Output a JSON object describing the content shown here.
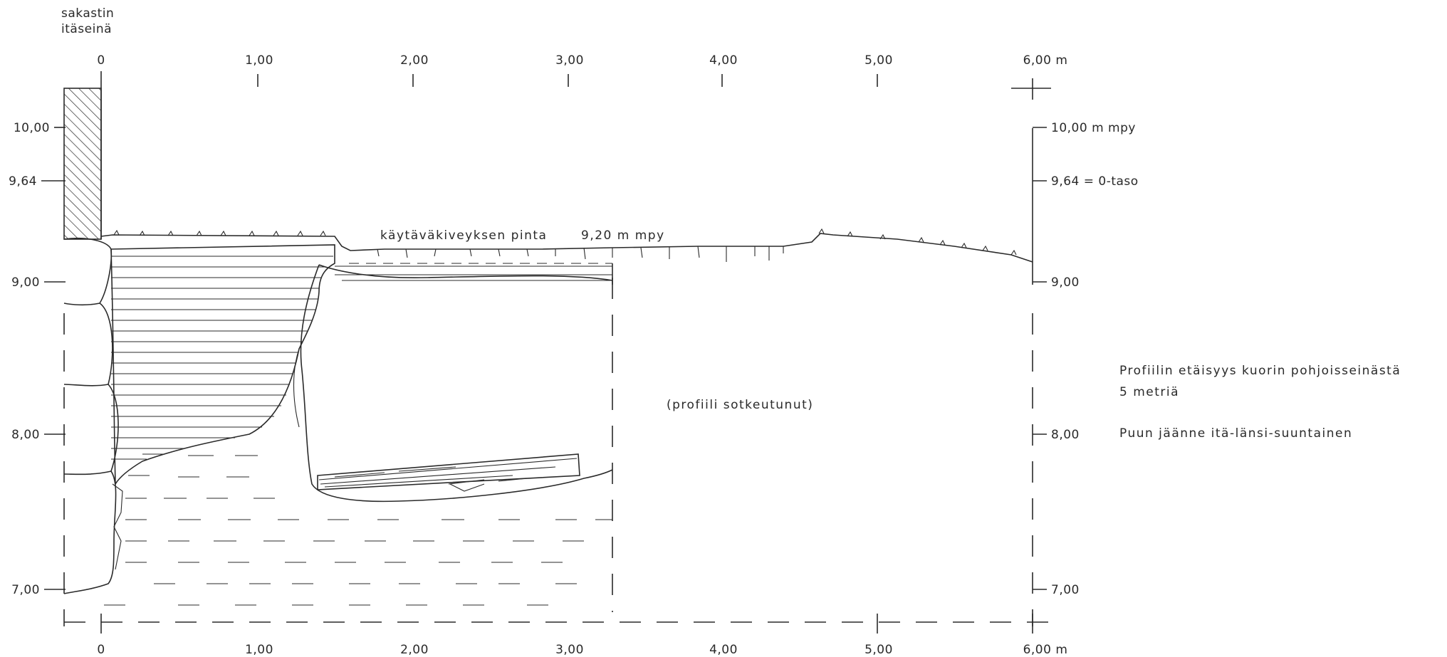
{
  "header": {
    "sacristy_label_1": "sakastin",
    "sacristy_label_2": "itäseinä"
  },
  "axis_top": {
    "labels": [
      "0",
      "1,00",
      "2,00",
      "3,00",
      "4,00",
      "5,00",
      "6,00 m"
    ]
  },
  "axis_bottom": {
    "labels": [
      "0",
      "1,00",
      "2,00",
      "3,00",
      "4,00",
      "5,00",
      "6,00 m"
    ]
  },
  "left_levels": {
    "labels": [
      "10,00",
      "9,64",
      "9,00",
      "8,00",
      "7,00"
    ]
  },
  "right_levels": {
    "labels": [
      "10,00 m mpy",
      "9,64 = 0-taso",
      "9,00",
      "8,00",
      "7,00"
    ]
  },
  "annotations": {
    "surface": "käytäväkiveyksen pinta",
    "surface_level": "9,20  m  mpy",
    "disturbed": "(profiili sotkeutunut)"
  },
  "notes": {
    "line1": "Profiilin  etäisyys  kuorin  pohjoisseinästä",
    "line2": "5  metriä",
    "line3": "Puun  jäänne  itä-länsi-suuntainen"
  }
}
